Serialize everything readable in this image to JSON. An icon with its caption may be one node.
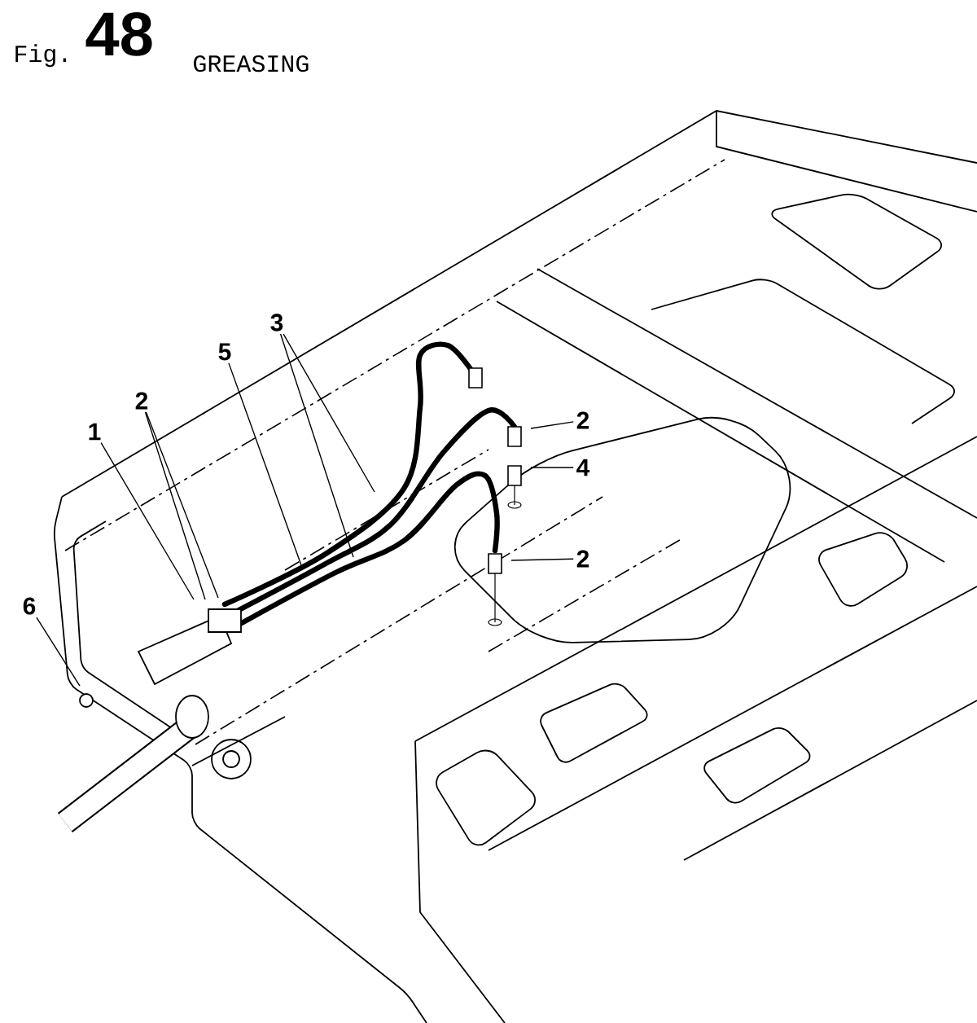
{
  "diagram": {
    "title": "GREASING",
    "nodes": [
      {
        "text": [
          "1"
        ]
      },
      {
        "text": [
          "2"
        ]
      },
      {
        "text": [
          "5"
        ]
      },
      {
        "text": [
          "3"
        ]
      },
      {
        "text": [
          "2"
        ]
      },
      {
        "text": [
          "4"
        ]
      },
      {
        "text": [
          "2"
        ]
      },
      {
        "text": [
          "6"
        ]
      }
    ],
    "edges": [
      {
        "from": 0,
        "to": null,
        "arrow": "none"
      },
      {
        "from": 1,
        "to": null,
        "arrow": "none"
      },
      {
        "from": 1,
        "to": null,
        "arrow": "none"
      },
      {
        "from": 2,
        "to": null,
        "arrow": "none"
      },
      {
        "from": 3,
        "to": null,
        "arrow": "none"
      },
      {
        "from": 3,
        "to": null,
        "arrow": "none"
      },
      {
        "from": 4,
        "to": null,
        "arrow": "none"
      },
      {
        "from": 5,
        "to": null,
        "arrow": "none"
      },
      {
        "from": 6,
        "to": null,
        "arrow": "none"
      },
      {
        "from": 7,
        "to": null,
        "arrow": "none"
      }
    ],
    "labels": [
      "Fig.",
      "48"
    ]
  }
}
